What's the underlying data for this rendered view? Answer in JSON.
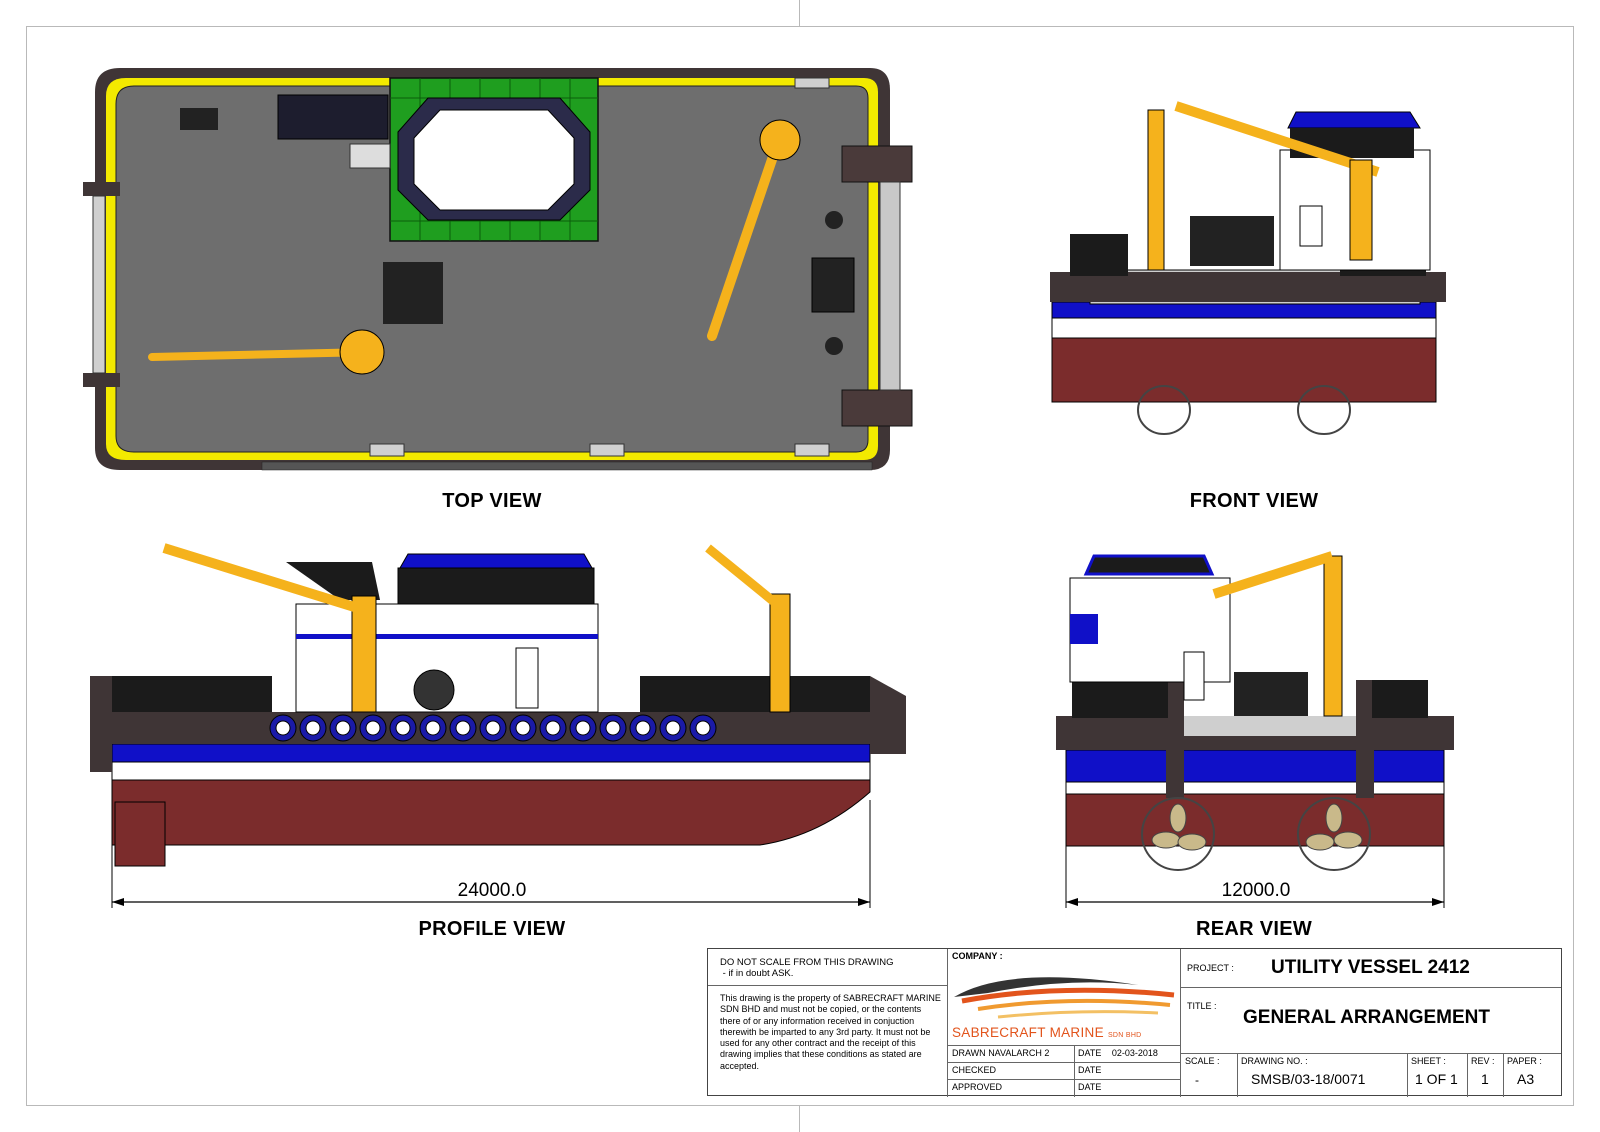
{
  "views": {
    "top": "TOP VIEW",
    "front": "FRONT VIEW",
    "profile": "PROFILE VIEW",
    "rear": "REAR VIEW"
  },
  "dimensions": {
    "length": "24000.0",
    "beam": "12000.0"
  },
  "title_block": {
    "notice_heading": "DO NOT SCALE FROM THIS DRAWING",
    "notice_sub": " - if in doubt ASK.",
    "notice_body": "This drawing is the property of SABRECRAFT MARINE SDN BHD and must not be copied, or the contents there of or any information received in conjuction therewith be imparted to any 3rd party. It must not be used for any other contract and the receipt of this drawing implies that these conditions as stated are accepted.",
    "company_label": "COMPANY :",
    "company_name": "SABRECRAFT MARINE",
    "company_suffix": "SDN BHD",
    "drawn_label": "DRAWN",
    "drawn_value": "NAVALARCH 2",
    "date_label": "DATE",
    "drawn_date": "02-03-2018",
    "checked_label": "CHECKED",
    "approved_label": "APPROVED",
    "project_label": "PROJECT :",
    "project_value": "UTILITY VESSEL 2412",
    "title_label": "TITLE :",
    "title_value": "GENERAL ARRANGEMENT",
    "scale_label": "SCALE :",
    "scale_value": "-",
    "drawing_no_label": "DRAWING NO. :",
    "drawing_no_value": "SMSB/03-18/0071",
    "sheet_label": "SHEET :",
    "sheet_value": "1 OF 1",
    "rev_label": "REV :",
    "rev_value": "1",
    "paper_label": "PAPER :",
    "paper_value": "A3"
  },
  "colors": {
    "deck": "#6e6e6e",
    "rail": "#f3ea00",
    "crane": "#f5b21c",
    "hull_red": "#7b2c2c",
    "hull_blue": "#1010c8",
    "fender_dark": "#3f3536",
    "green_hatch": "#1f9e1f",
    "brand": "#e2541c"
  }
}
